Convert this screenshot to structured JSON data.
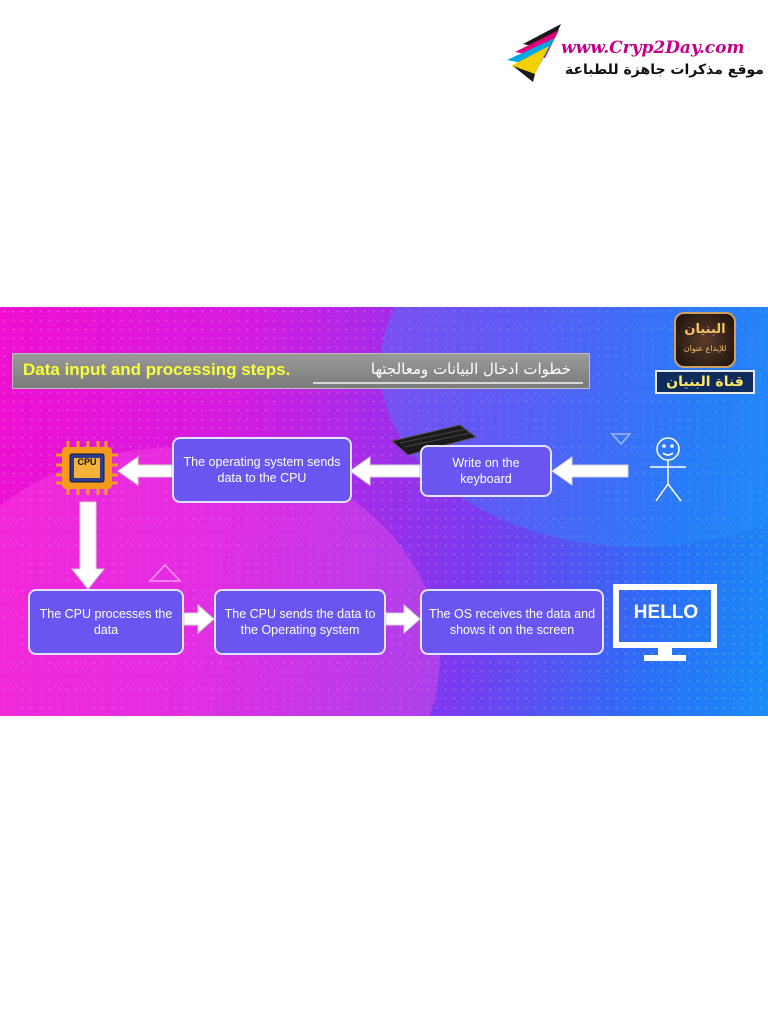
{
  "header": {
    "site_url": "www.Cryp2Day.com",
    "site_tagline": "موقع مذكرات جاهزة للطباعة"
  },
  "slide": {
    "title_en": "Data input and processing steps.",
    "title_ar": "خطوات ادخال البيانات ومعالجتها",
    "channel_logo_line1": "البنيان",
    "channel_logo_line2": "للإبداع عنوان",
    "channel_name": "قناة البنيان",
    "cpu_chip_label": "CPU",
    "monitor_text": "HELLO",
    "steps": {
      "write_keyboard": "Write on the keyboard",
      "os_sends": "The operating system sends data to the CPU",
      "cpu_processes": "The CPU processes the data",
      "cpu_sends": "The CPU sends the data to the Operating system",
      "os_receives": "The OS receives the data and shows it on the screen"
    },
    "colors": {
      "box_fill": "#6a55f0",
      "title_text": "#f7ff3a",
      "brand": "#c4008a"
    }
  }
}
